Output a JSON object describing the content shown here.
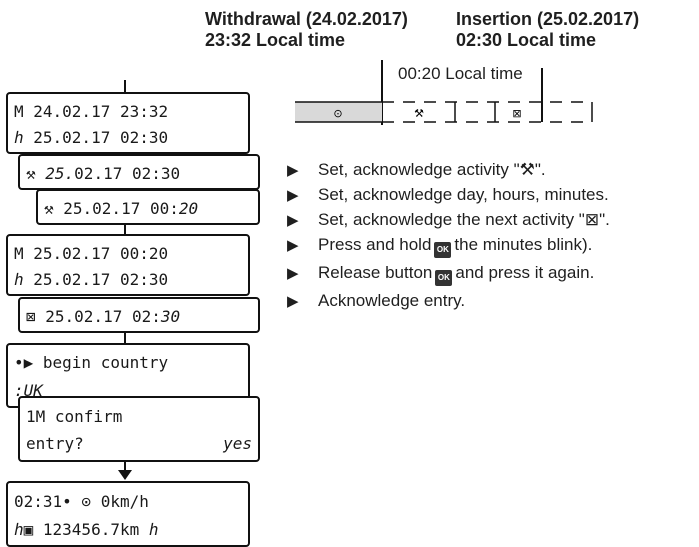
{
  "header": {
    "withdrawal_line1": "Withdrawal (24.02.2017)",
    "withdrawal_line2": "23:32 Local time",
    "insertion_line1": "Insertion (25.02.2017)",
    "insertion_line2": "02:30 Local time"
  },
  "timeline": {
    "label": "00:20 Local time",
    "cell1_icon": "⊙",
    "cell2_icon": "⚒",
    "cell3_icon": "⊠",
    "cell1_fill": "#d9d9d9"
  },
  "screens": {
    "s1": {
      "line1": "M 24.02.17 23:32",
      "line2": "ℎ 25.02.17 02:30"
    },
    "s2": {
      "line1": "⚒ 25.02.17 02:30",
      "date_italic": "25."
    },
    "s3": {
      "line1": "⚒ 25.02.17 00:20",
      "time_italic": "20"
    },
    "s4": {
      "line1": "M 25.02.17 00:20",
      "line2": "ℎ 25.02.17 02:30"
    },
    "s5": {
      "line1": "⊠ 25.02.17 02:",
      "time_italic": "30"
    },
    "s6": {
      "line1": "•▶ begin country",
      "line2": ":UK"
    },
    "s7": {
      "line1": "1M confirm",
      "line2": "entry?",
      "answer": "yes"
    },
    "s8": {
      "line1": "02:31• ⊙   0km/h",
      "line2": "ℎ▣ 123456.7km  ℎ"
    }
  },
  "bullets": [
    {
      "text": "Set, acknowledge activity \"⚒\"."
    },
    {
      "text": "Set, acknowledge day, hours, minutes."
    },
    {
      "text": "Set, acknowledge the next activity \"⊠\"."
    },
    {
      "pre": "Press and hold",
      "icon": "OK",
      "post": "the minutes blink)."
    },
    {
      "pre": "Release button",
      "icon": "OK",
      "post": "and press it again."
    },
    {
      "text": "Acknowledge entry."
    }
  ]
}
